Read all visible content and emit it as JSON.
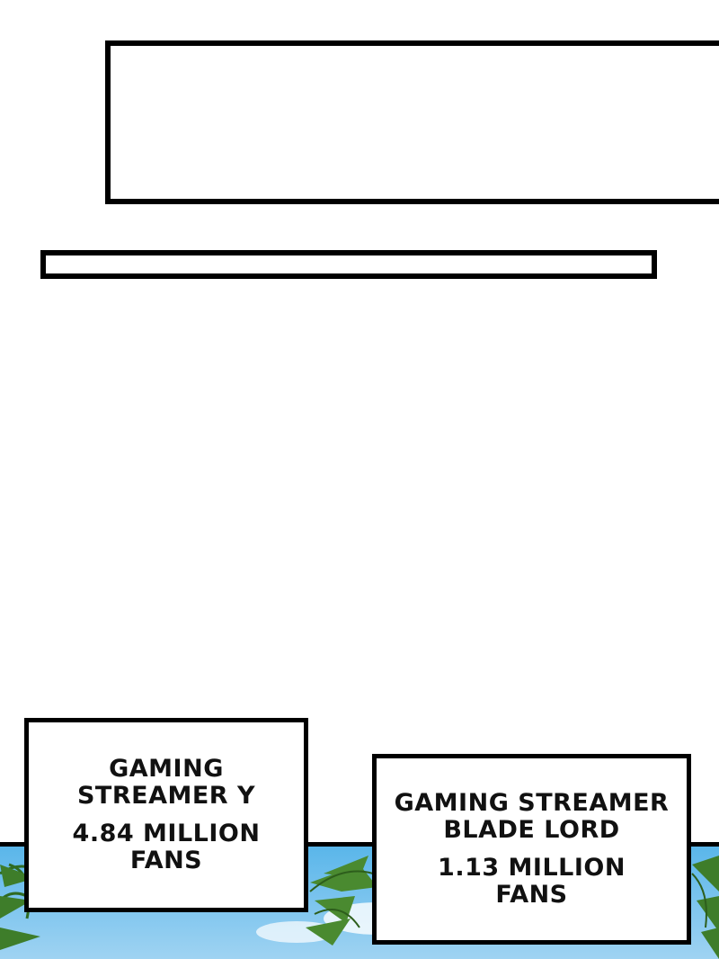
{
  "captions": {
    "left": {
      "title_line1": "GAMING",
      "title_line2": "STREAMER Y",
      "fans_line1": "4.84 MILLION",
      "fans_line2": "FANS"
    },
    "right": {
      "title_line1": "GAMING STREAMER",
      "title_line2": "BLADE LORD",
      "fans_line1": "1.13 MILLION",
      "fans_line2": "FANS"
    }
  },
  "colors": {
    "border": "#000000",
    "panel_bg": "#ffffff",
    "sky": "#4aa8e0",
    "palm": "#3e7d2a"
  }
}
